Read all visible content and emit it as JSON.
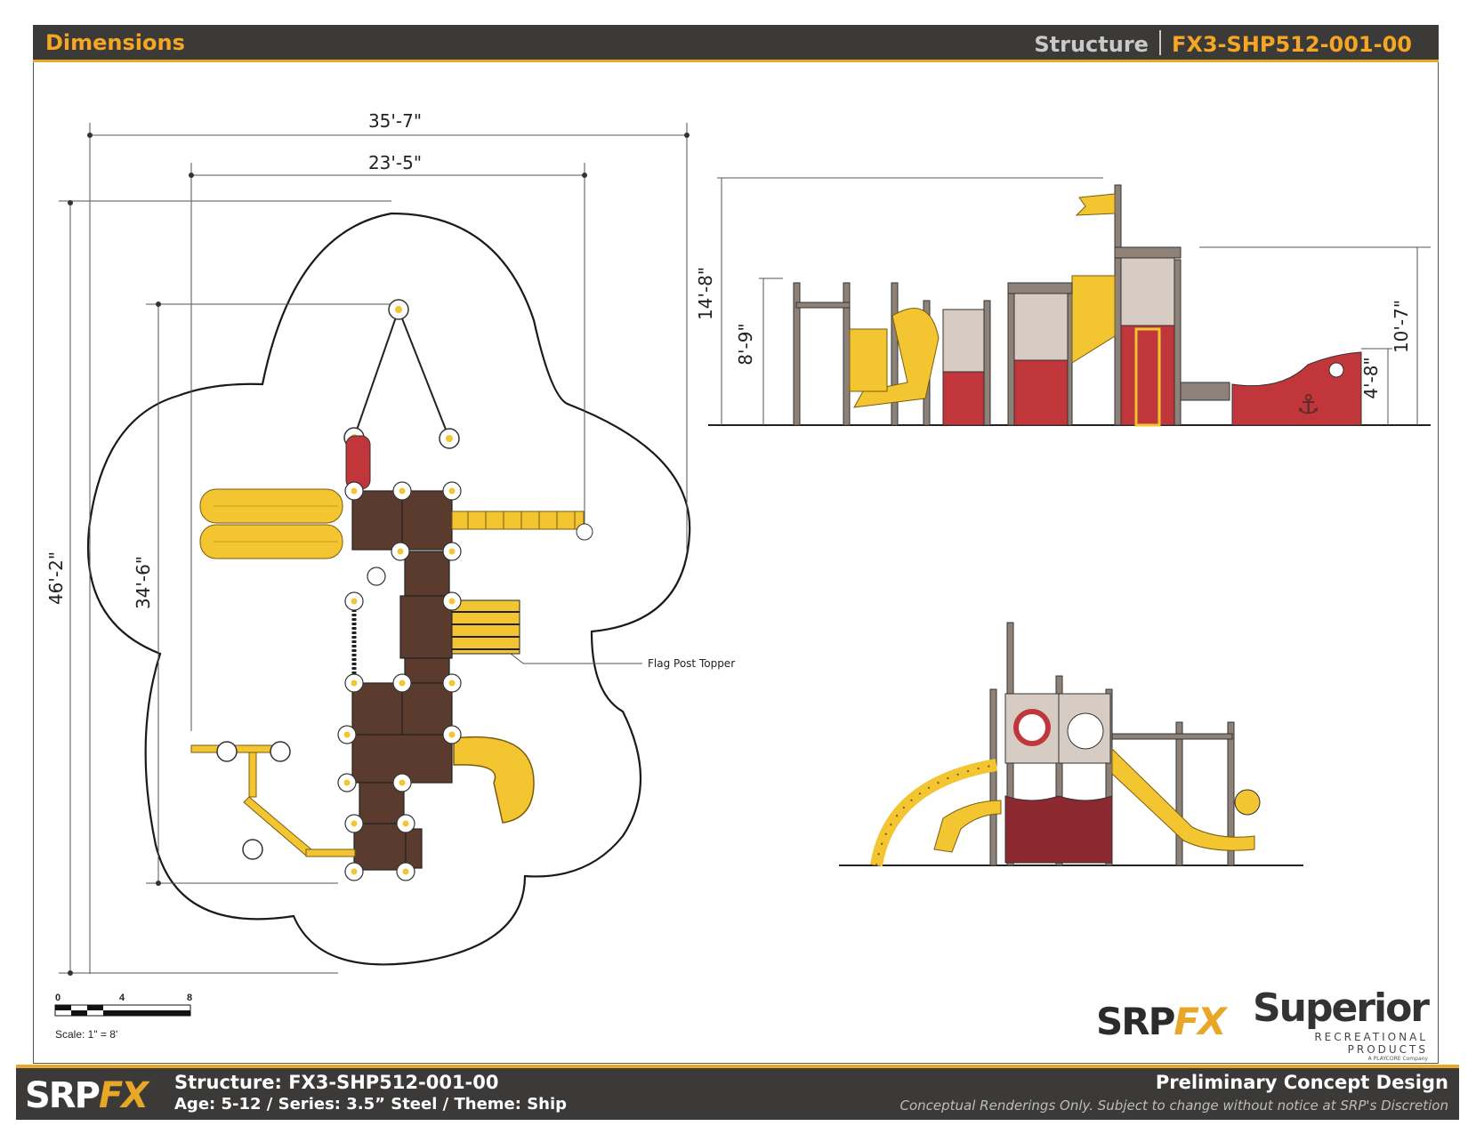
{
  "header": {
    "left_title": "Dimensions",
    "right_label": "Structure",
    "right_code": "FX3-SHP512-001-00"
  },
  "plan_view": {
    "dim_width_overall": "35'-7\"",
    "dim_width_inner": "23'-5\"",
    "dim_depth_overall": "46'-2\"",
    "dim_depth_inner": "34'-6\"",
    "callout": "Flag Post Topper"
  },
  "elevation_view": {
    "dim_total_height": "14'-8\"",
    "dim_deck_height": "8'-9\"",
    "dim_right_height": "10'-7\"",
    "dim_right_low": "4'-8\""
  },
  "scale_bar": {
    "ticks": [
      "0",
      "4",
      "8"
    ],
    "caption": "Scale: 1\" = 8'"
  },
  "logos": {
    "srpfx_a": "SRP",
    "srpfx_b": "FX",
    "superior_name": "Superior",
    "superior_sub": "RECREATIONAL PRODUCTS",
    "superior_tiny": "A PLAYCORE Company"
  },
  "footer": {
    "logo_a": "SRP",
    "logo_b": "FX",
    "structure_line": "Structure: FX3-SHP512-001-00",
    "details_line": "Age: 5-12 / Series: 3.5” Steel / Theme: Ship",
    "right_title": "Preliminary Concept Design",
    "right_note": "Conceptual Renderings Only. Subject to change without notice at SRP's Discretion"
  },
  "colors": {
    "bar": "#3c3a38",
    "accent": "#e8a727",
    "deck": "#5a3b2e",
    "yellow": "#f2c531",
    "red": "#c0363a"
  }
}
